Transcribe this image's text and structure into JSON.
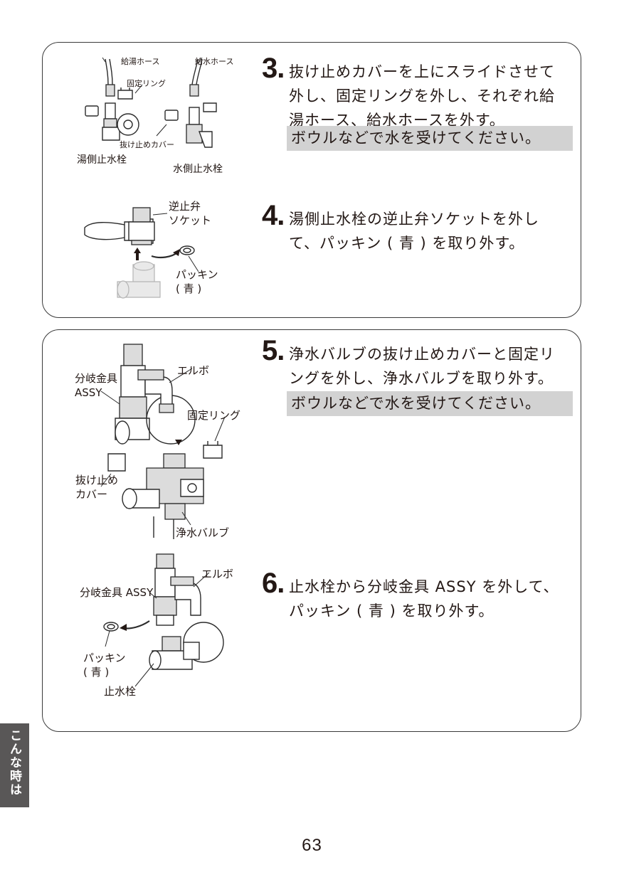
{
  "steps": [
    {
      "number": "3.",
      "text": "抜け止めカバーを上にスライドさせて\n外し、固定リングを外し、それぞれ給\n湯ホース、給水ホースを外す。"
    },
    {
      "number": "4.",
      "text": "湯側止水栓の逆止弁ソケットを外し\nて、パッキン ( 青 ) を取り外す。"
    },
    {
      "number": "5.",
      "text": "浄水バルブの抜け止めカバーと固定リ\nングを外し、浄水バルブを取り外す。"
    },
    {
      "number": "6.",
      "text": "止水栓から分岐金具 ASSY を外して、\nパッキン ( 青 ) を取り外す。"
    }
  ],
  "notes": {
    "step3": "ボウルなどで水を受けてください。",
    "step5": "ボウルなどで水を受けてください。"
  },
  "labels": {
    "step3": {
      "hot_hose": "給湯ホース",
      "cold_hose": "給水ホース",
      "fixing_ring": "固定リング",
      "stop_cover": "抜け止めカバー",
      "hot_valve": "湯側止水栓",
      "cold_valve": "水側止水栓"
    },
    "step4": {
      "check_socket": "逆止弁\nソケット",
      "packing": "パッキン\n( 青 )"
    },
    "step5": {
      "elbow": "エルボ",
      "branch": "分岐金具\nASSY",
      "fixing_ring": "固定リング",
      "stop_cover": "抜け止め\nカバー",
      "purifier_valve": "浄水バルブ"
    },
    "step6": {
      "elbow": "エルボ",
      "branch": "分岐金具 ASSY",
      "packing": "パッキン\n( 青 )",
      "stop_valve": "止水栓"
    }
  },
  "side_tab": "こんな時は",
  "page_number": "63"
}
